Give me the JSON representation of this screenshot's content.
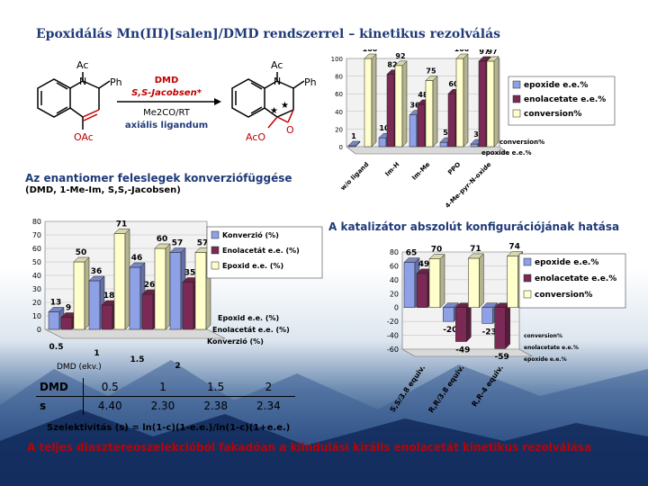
{
  "slide": {
    "title": "Epoxidálás Mn(III)[salen]/DMD rendszerrel – kinetikus rezolválás",
    "reaction": {
      "reagent1": "DMD",
      "reagent2": "S,S-Jacobsen*",
      "cond1": "Me2CO/RT",
      "cond2": "axiális ligandum",
      "sm_ac": "Ac",
      "sm_n": "N",
      "sm_ph": "Ph",
      "sm_oac": "OAc",
      "pr_ac": "Ac",
      "pr_n": "N",
      "pr_ph": "Ph",
      "pr_aco": "AcO",
      "pr_o": "O"
    },
    "left_heading": "Az enantiomer feleslegek konverziófüggése",
    "left_subheading": "(DMD, 1-Me-Im, S,S,-Jacobsen)",
    "right_heading": "A katalizátor abszolút konfigurációjának hatása",
    "table": {
      "rows": [
        {
          "label": "DMD",
          "cells": [
            "0.5",
            "1",
            "1.5",
            "2"
          ]
        },
        {
          "label": "s",
          "cells": [
            "4.40",
            "2.30",
            "2.38",
            "2.34"
          ]
        }
      ]
    },
    "selectivity_formula": "Szelektivitás (s) = ln(1-c)(1-e.e.)/ln(1-c)(1+e.e.)",
    "footer": "A teljes diasztereoszelekcióból fakadóan a kiindulási királis enolacetát kinetikus rezolválása"
  },
  "chart_data": [
    {
      "type": "bar",
      "variant": "3d-grouped",
      "categories": [
        "w/o ligand",
        "Im-H",
        "Im-Me",
        "PPO",
        "4-Me-pyr-N-oxide"
      ],
      "series": [
        {
          "name": "epoxide e.e.%",
          "values": [
            1,
            10,
            36,
            5,
            3
          ],
          "color": "#8ea0e6"
        },
        {
          "name": "enolacetate e.e.%",
          "values": [
            null,
            82,
            48,
            60,
            97
          ],
          "color": "#7a2a54"
        },
        {
          "name": "conversion%",
          "values": [
            100,
            92,
            75,
            100,
            97
          ],
          "color": "#ffffcc"
        }
      ],
      "value_labels": [
        "100",
        "82",
        "92",
        "75",
        "48",
        "36",
        "100",
        "97",
        "1",
        "10",
        "5",
        "3"
      ],
      "depth_labels": [
        "conversion%",
        "epoxide e.e.%"
      ],
      "yticks": [
        "0",
        "20",
        "40",
        "60",
        "80",
        "100"
      ],
      "ylim": [
        0,
        100
      ],
      "legend_position": "right"
    },
    {
      "type": "bar",
      "variant": "3d-grouped",
      "categories": [
        "0.5",
        "1",
        "1.5",
        "2"
      ],
      "xlabel": "DMD (ekv.)",
      "series": [
        {
          "name": "Konverzió (%)",
          "values": [
            13,
            36,
            46,
            57
          ],
          "color": "#8ea0e6"
        },
        {
          "name": "Enolacetát e.e. (%)",
          "values": [
            9,
            18,
            26,
            35
          ],
          "color": "#7a2a54"
        },
        {
          "name": "Epoxid e.e. (%)",
          "values": [
            50,
            71,
            60,
            57
          ],
          "color": "#ffffcc"
        }
      ],
      "depth_labels": [
        "Epoxid e.e. (%)",
        "Enolacetát e.e. (%)",
        "Konverzió (%)"
      ],
      "yticks": [
        "0",
        "10",
        "20",
        "30",
        "40",
        "50",
        "60",
        "70",
        "80"
      ],
      "ylim": [
        0,
        80
      ],
      "legend_position": "right"
    },
    {
      "type": "bar",
      "variant": "3d-grouped",
      "categories": [
        "S,S/3.8 equiv.",
        "R,R/3.8 equiv.",
        "R,R-4 equiv."
      ],
      "series": [
        {
          "name": "epoxide e.e.%",
          "values": [
            65,
            -20,
            -23
          ],
          "color": "#8ea0e6"
        },
        {
          "name": "enolacetate e.e.%",
          "values": [
            49,
            -49,
            -59
          ],
          "color": "#7a2a54"
        },
        {
          "name": "conversion%",
          "values": [
            70,
            71,
            74
          ],
          "color": "#ffffcc"
        }
      ],
      "depth_labels": [
        "conversion%",
        "enolacetate e.e.%",
        "epoxide e.e.%"
      ],
      "yticks": [
        "-60",
        "-40",
        "-20",
        "0",
        "20",
        "40",
        "60",
        "80"
      ],
      "ylim": [
        -60,
        80
      ],
      "legend_position": "right"
    }
  ]
}
